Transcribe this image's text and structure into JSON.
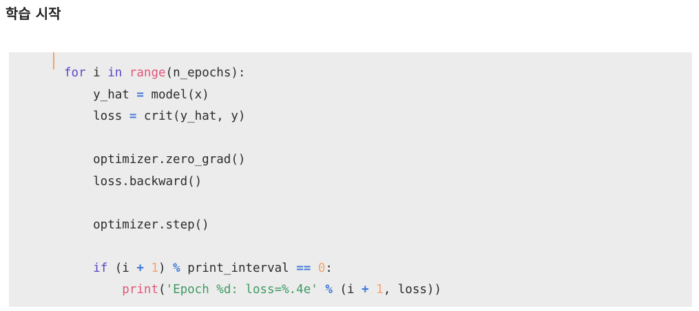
{
  "heading": "학습 시작",
  "code": {
    "lines": [
      [
        {
          "t": "for",
          "c": "kw"
        },
        {
          "t": " i ",
          "c": ""
        },
        {
          "t": "in",
          "c": "kw"
        },
        {
          "t": " ",
          "c": ""
        },
        {
          "t": "range",
          "c": "bi"
        },
        {
          "t": "(n_epochs):",
          "c": ""
        }
      ],
      [
        {
          "t": "    y_hat ",
          "c": ""
        },
        {
          "t": "=",
          "c": "op"
        },
        {
          "t": " model(x)",
          "c": ""
        }
      ],
      [
        {
          "t": "    loss ",
          "c": ""
        },
        {
          "t": "=",
          "c": "op"
        },
        {
          "t": " crit(y_hat, y)",
          "c": ""
        }
      ],
      [],
      [
        {
          "t": "    optimizer.zero_grad()",
          "c": ""
        }
      ],
      [
        {
          "t": "    loss.backward()",
          "c": ""
        }
      ],
      [],
      [
        {
          "t": "    optimizer.step()",
          "c": ""
        }
      ],
      [],
      [
        {
          "t": "    ",
          "c": ""
        },
        {
          "t": "if",
          "c": "kw"
        },
        {
          "t": " (i ",
          "c": ""
        },
        {
          "t": "+",
          "c": "op"
        },
        {
          "t": " ",
          "c": ""
        },
        {
          "t": "1",
          "c": "num"
        },
        {
          "t": ") ",
          "c": ""
        },
        {
          "t": "%",
          "c": "op"
        },
        {
          "t": " print_interval ",
          "c": ""
        },
        {
          "t": "==",
          "c": "op"
        },
        {
          "t": " ",
          "c": ""
        },
        {
          "t": "0",
          "c": "num"
        },
        {
          "t": ":",
          "c": ""
        }
      ],
      [
        {
          "t": "        ",
          "c": ""
        },
        {
          "t": "print",
          "c": "bi"
        },
        {
          "t": "(",
          "c": ""
        },
        {
          "t": "'Epoch %d: loss=%.4e'",
          "c": "str"
        },
        {
          "t": " ",
          "c": ""
        },
        {
          "t": "%",
          "c": "op"
        },
        {
          "t": " (i ",
          "c": ""
        },
        {
          "t": "+",
          "c": "op"
        },
        {
          "t": " ",
          "c": ""
        },
        {
          "t": "1",
          "c": "num"
        },
        {
          "t": ", loss))",
          "c": ""
        }
      ]
    ]
  }
}
